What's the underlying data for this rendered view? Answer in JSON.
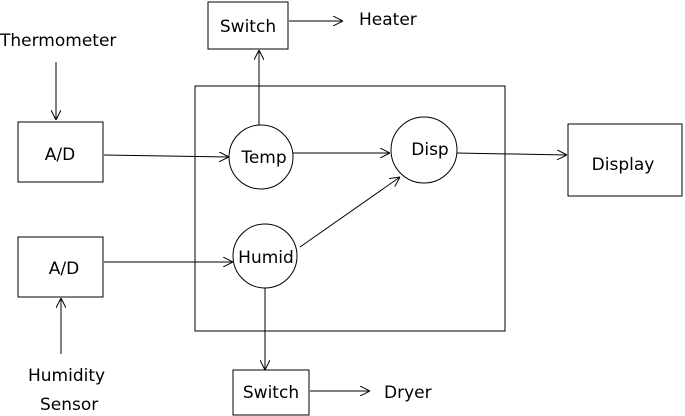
{
  "diagram": {
    "external": {
      "thermometer": "Thermometer",
      "humidity_line1": "Humidity",
      "humidity_line2": "Sensor",
      "heater": "Heater",
      "dryer": "Dryer"
    },
    "boxes": {
      "ad_top": "A/D",
      "ad_bottom": "A/D",
      "switch_top": "Switch",
      "switch_bottom": "Switch",
      "display": "Display"
    },
    "processes": {
      "temp": "Temp",
      "humid": "Humid",
      "disp": "Disp"
    }
  }
}
